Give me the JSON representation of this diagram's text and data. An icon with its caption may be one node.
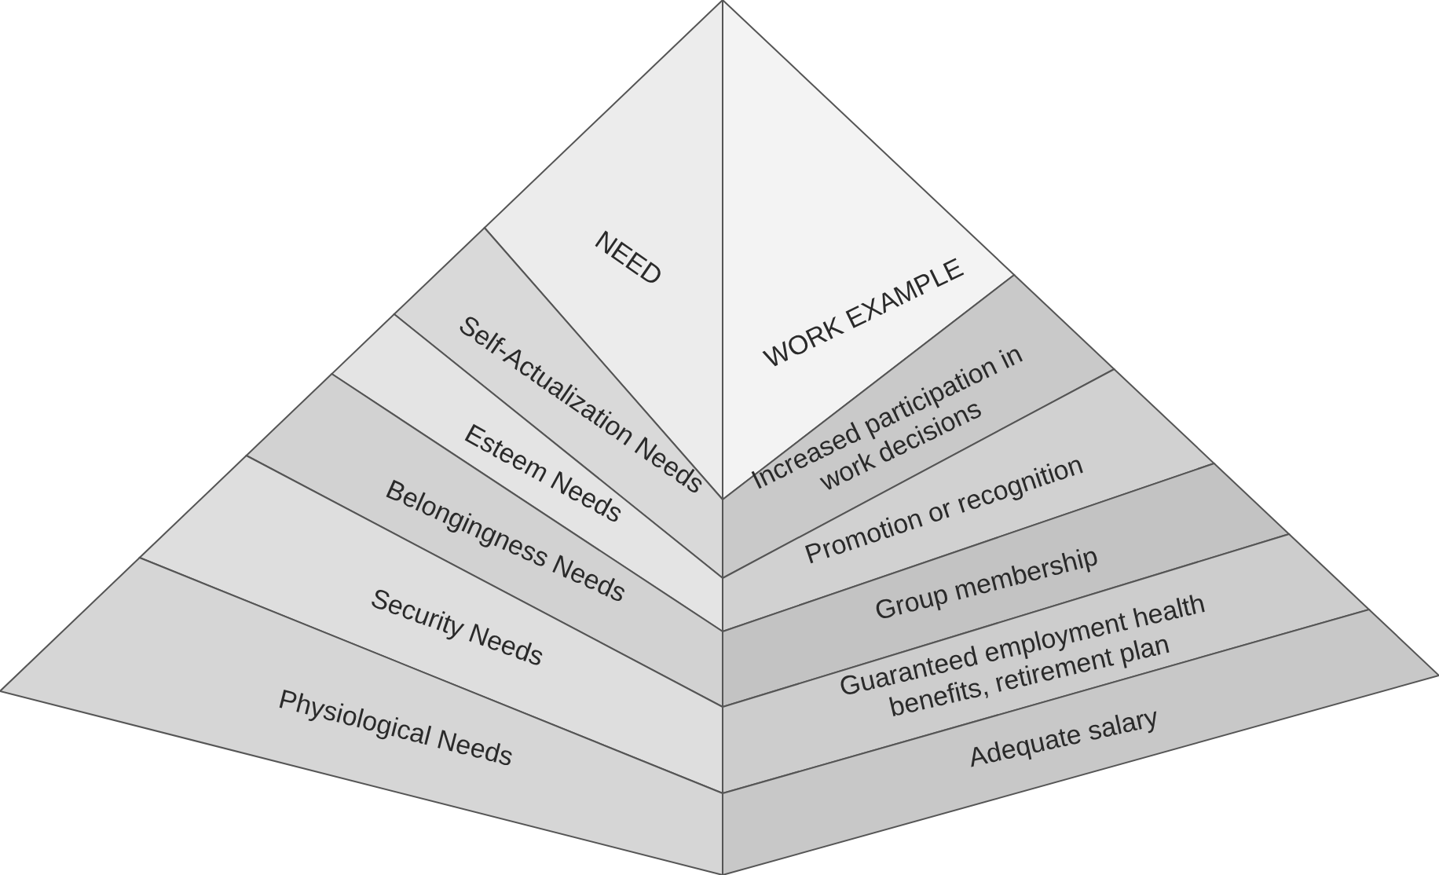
{
  "diagram": {
    "nodes": [
      {
        "text": [
          "Self-Actualization Needs"
        ]
      },
      {
        "text": [
          "Esteem Needs"
        ]
      },
      {
        "text": [
          "Belongingness Needs"
        ]
      },
      {
        "text": [
          "Security Needs"
        ]
      },
      {
        "text": [
          "Physiological Needs"
        ]
      },
      {
        "text": [
          "Increased participation in work decisions"
        ]
      },
      {
        "text": [
          "Promotion or recognition"
        ]
      },
      {
        "text": [
          "Group membership"
        ]
      },
      {
        "text": [
          "Guaranteed employment health benefits, retirement plan"
        ]
      },
      {
        "text": [
          "Adequate salary"
        ]
      }
    ],
    "edges": [],
    "labels": [
      "NEED",
      "WORK EXAMPLE"
    ]
  }
}
